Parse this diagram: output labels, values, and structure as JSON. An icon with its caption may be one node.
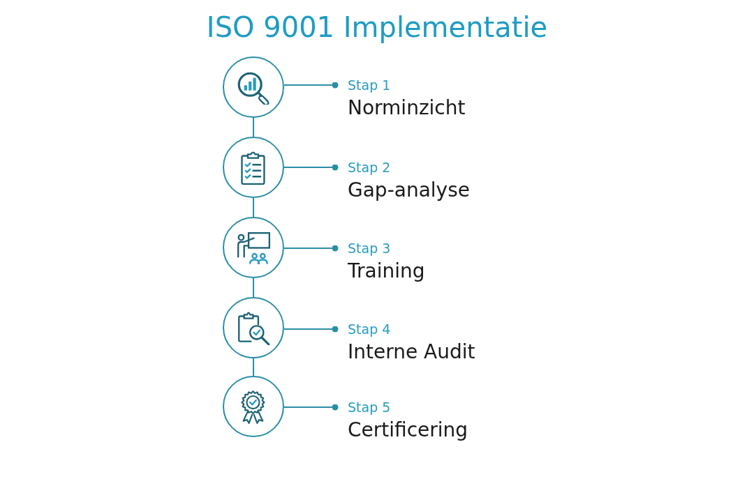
{
  "diagram": {
    "title": "ISO 9001 Implementatie",
    "nodes": [
      {
        "text": [],
        "shape": "circle"
      },
      {
        "text": [
          "Stap 1",
          "Norminzicht"
        ]
      },
      {
        "text": [],
        "shape": "circle"
      },
      {
        "text": [
          "Stap 2",
          "Gap-analyse"
        ]
      },
      {
        "text": [],
        "shape": "circle"
      },
      {
        "text": [
          "Stap 3",
          "Training"
        ]
      },
      {
        "text": [],
        "shape": "circle"
      },
      {
        "text": [
          "Stap 4",
          "Interne Audit"
        ]
      },
      {
        "text": [],
        "shape": "circle"
      },
      {
        "text": [
          "Stap 5",
          "Certificering"
        ]
      }
    ],
    "edges": [
      {
        "from": 0,
        "to": 1,
        "arrow": "other"
      },
      {
        "from": 0,
        "to": 2,
        "arrow": "none"
      },
      {
        "from": 2,
        "to": 3,
        "arrow": "other"
      },
      {
        "from": 2,
        "to": 4,
        "arrow": "none"
      },
      {
        "from": 4,
        "to": 5,
        "arrow": "other"
      },
      {
        "from": 4,
        "to": 6,
        "arrow": "none"
      },
      {
        "from": 6,
        "to": 7,
        "arrow": "other"
      },
      {
        "from": 6,
        "to": 8,
        "arrow": "none"
      },
      {
        "from": 8,
        "to": 9,
        "arrow": "other"
      }
    ]
  }
}
